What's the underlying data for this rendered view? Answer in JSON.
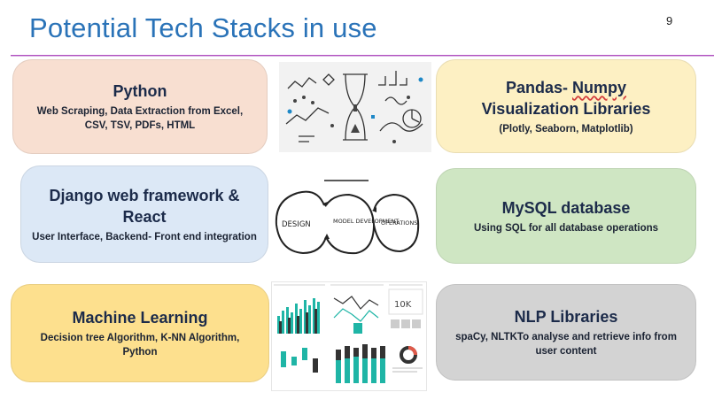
{
  "slide": {
    "title": "Potential Tech Stacks in use",
    "page_number": "9"
  },
  "cards": {
    "python": {
      "heading": "Python",
      "detail": "Web Scraping, Data Extraction from Excel, CSV, TSV, PDFs, HTML"
    },
    "pandas": {
      "heading_part1": "Pandas- ",
      "heading_part2": "Numpy",
      "heading_line2": "Visualization Libraries",
      "detail": "(Plotly, Seaborn, Matplotlib)"
    },
    "django": {
      "heading_line1": "Django web framework &",
      "heading_line2": "React",
      "detail": "User Interface, Backend- Front end integration"
    },
    "mysql": {
      "heading": "MySQL database",
      "detail": "Using SQL for all database operations"
    },
    "ml": {
      "heading": "Machine Learning",
      "detail": "Decision tree Algorithm, K-NN Algorithm, Python"
    },
    "nlp": {
      "heading": "NLP Libraries",
      "detail": "spaCy, NLTKTo analyse and retrieve info from user content"
    }
  },
  "images": {
    "cycle": {
      "stage1": "DESIGN",
      "stage2": "MODEL DEVELOPMENT",
      "stage3": "OPERATIONS"
    },
    "dashboard": {
      "kpi": "10K"
    }
  },
  "colors": {
    "title": "#2a73b8",
    "rule": "#b24fc0",
    "python_card": "#f8dfd1",
    "pandas_card": "#fdf0c3",
    "django_card": "#dce8f6",
    "mysql_card": "#cfe6c3",
    "ml_card": "#fde08e",
    "nlp_card": "#d3d3d3",
    "dashboard_teal": "#1fb5a6"
  }
}
